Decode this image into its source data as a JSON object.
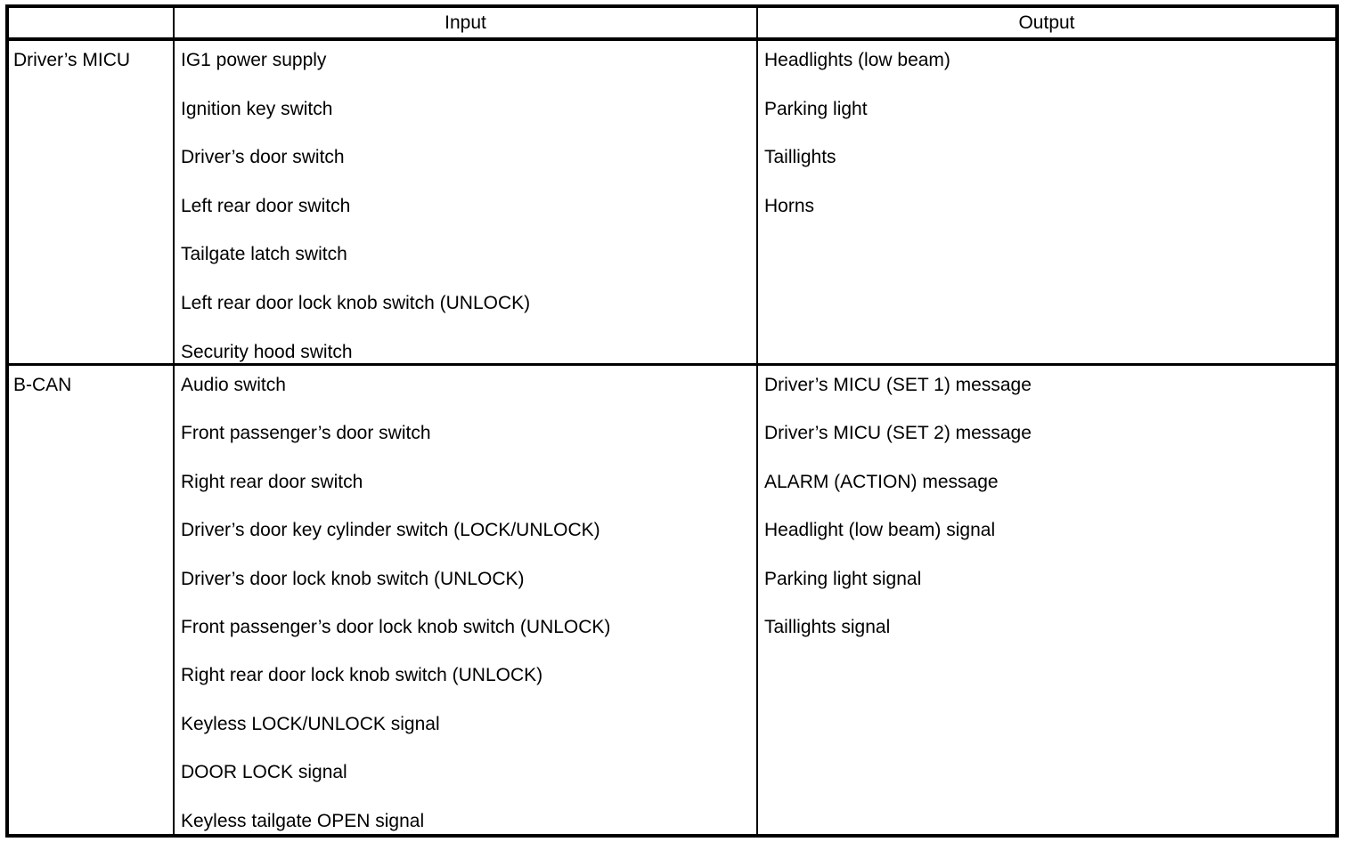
{
  "table": {
    "columns": {
      "row_label": "",
      "input": "Input",
      "output": "Output"
    },
    "sections": [
      {
        "label": "Driver’s MICU",
        "inputs": [
          "IG1 power supply",
          "Ignition key switch",
          "Driver’s door switch",
          "Left rear door switch",
          "Tailgate latch switch",
          "Left rear door lock knob switch (UNLOCK)",
          "Security hood switch"
        ],
        "outputs": [
          "Headlights (low beam)",
          "Parking light",
          "Taillights",
          "Horns"
        ]
      },
      {
        "label": "B-CAN",
        "inputs": [
          "Audio switch",
          "Front passenger’s door switch",
          "Right rear door switch",
          "Driver’s door key cylinder switch (LOCK/UNLOCK)",
          "Driver’s door lock knob switch (UNLOCK)",
          "Front passenger’s door lock knob switch (UNLOCK)",
          "Right rear door lock knob switch (UNLOCK)",
          "Keyless LOCK/UNLOCK signal",
          "DOOR LOCK signal",
          "Keyless tailgate OPEN signal"
        ],
        "outputs": [
          "Driver’s MICU (SET 1) message",
          "Driver’s MICU (SET 2) message",
          "ALARM (ACTION) message",
          "Headlight (low beam) signal",
          "Parking light signal",
          "Taillights signal"
        ]
      }
    ]
  },
  "colors": {
    "background": "#ffffff",
    "text": "#000000",
    "border": "#000000"
  }
}
